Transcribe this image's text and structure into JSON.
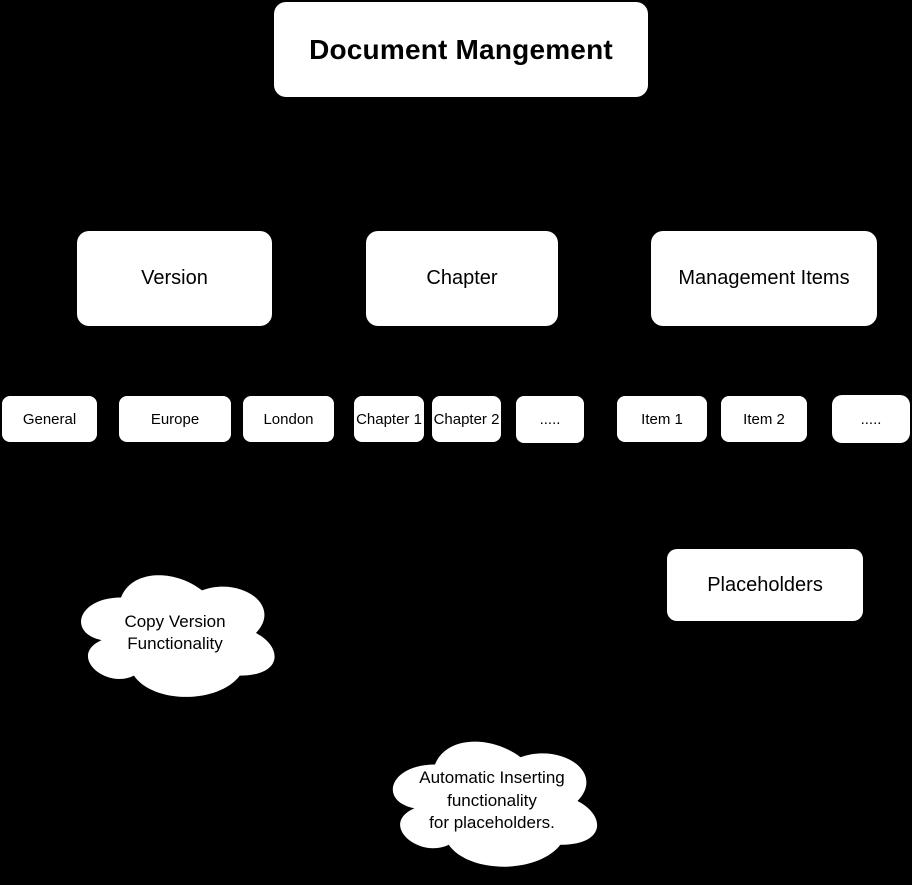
{
  "colors": {
    "background": "#000000",
    "node_fill": "#ffffff",
    "node_text": "#000000"
  },
  "diagram": {
    "root": {
      "label": "Document Mangement"
    },
    "branches": {
      "version": {
        "label": "Version",
        "children": [
          {
            "label": "General"
          },
          {
            "label": "Europe"
          },
          {
            "label": "London"
          }
        ]
      },
      "chapter": {
        "label": "Chapter",
        "children": [
          {
            "label": "Chapter 1"
          },
          {
            "label": "Chapter 2"
          },
          {
            "label": "....."
          }
        ]
      },
      "management_items": {
        "label": "Management Items",
        "children": [
          {
            "label": "Item 1"
          },
          {
            "label": "Item 2"
          },
          {
            "label": "....."
          }
        ]
      }
    },
    "placeholders": {
      "label": "Placeholders"
    },
    "annotations": {
      "copy_version_cloud": {
        "lines": [
          "Copy Version",
          "Functionality"
        ]
      },
      "auto_insert_cloud": {
        "lines": [
          "Automatic Inserting",
          "functionality",
          "for placeholders."
        ]
      }
    }
  }
}
